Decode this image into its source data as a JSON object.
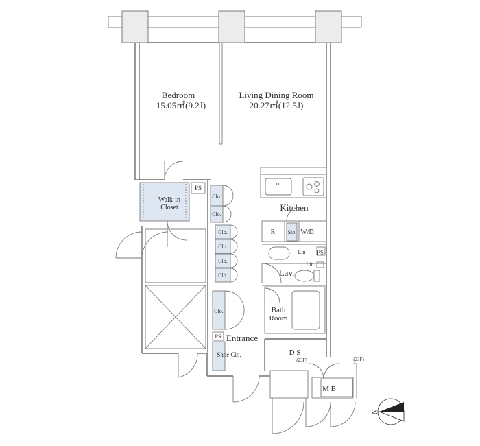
{
  "rooms": {
    "bedroom": {
      "name": "Bedroom",
      "area": "15.05㎡(9.2J)"
    },
    "living": {
      "name": "Living Dining Room",
      "area": "20.27㎡(12.5J)"
    },
    "kitchen": "Kitchen",
    "walkin": {
      "line1": "Walk-in",
      "line2": "Closet"
    },
    "lav": "Lav.",
    "bath": {
      "line1": "Bath",
      "line2": "Room"
    },
    "entrance": "Entrance",
    "ds": "D S",
    "mb": "M B"
  },
  "labels": {
    "ps": "PS",
    "clo": "Clo.",
    "shoe_clo": "Shoe Clo.",
    "r": "R",
    "sto": "Sto.",
    "wd": "W/D",
    "lin": "Lin",
    "floor_23f": "(23F)"
  },
  "compass": {
    "letter": "N"
  },
  "colors": {
    "closet_fill": "#dde6f1",
    "wall": "#6b6b6b"
  }
}
